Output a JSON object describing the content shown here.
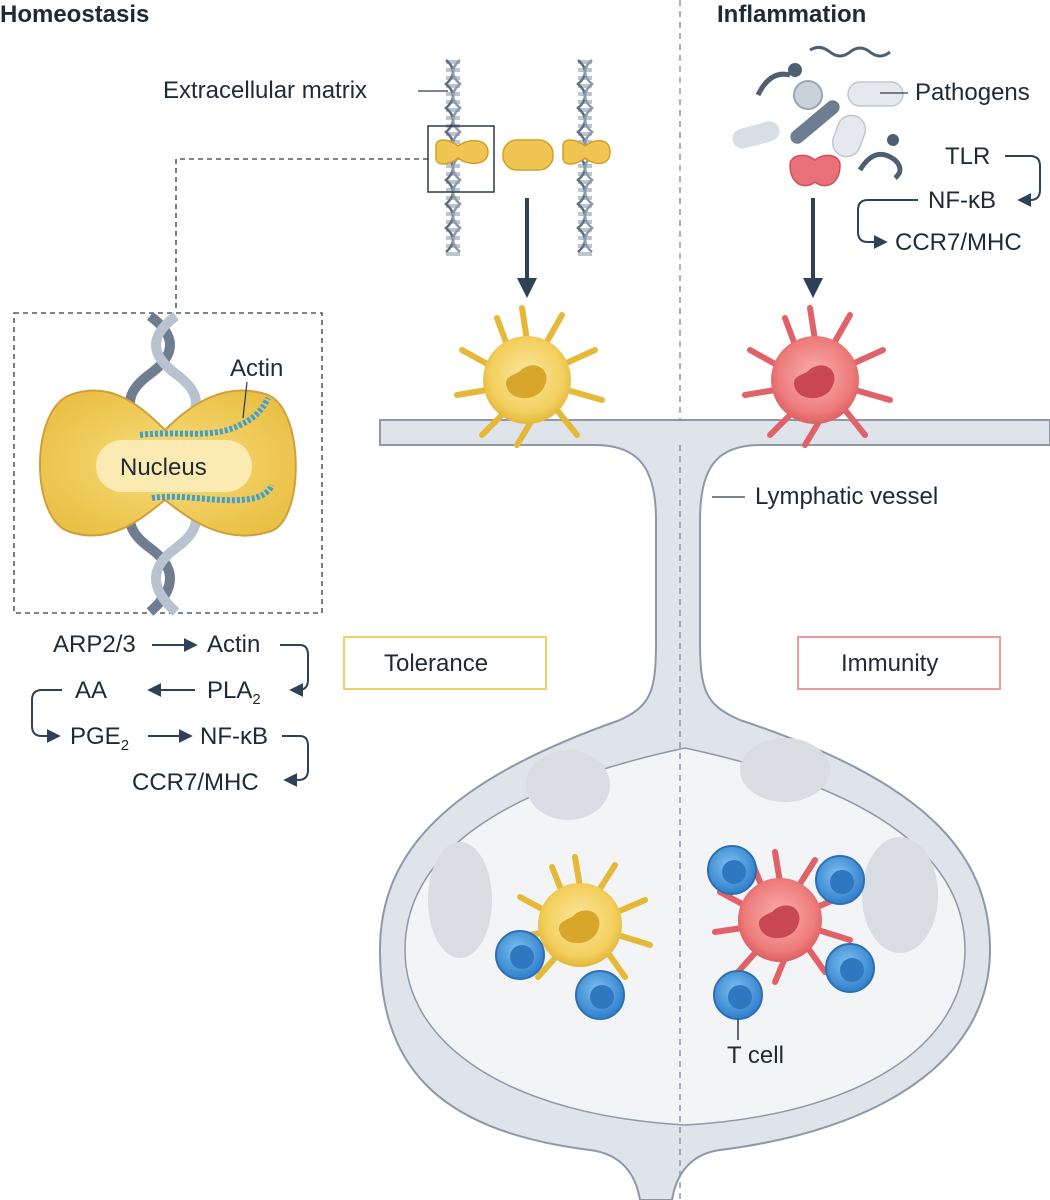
{
  "headers": {
    "left": "Homeostasis",
    "right": "Inflammation"
  },
  "labels": {
    "extracellular_matrix": "Extracellular matrix",
    "pathogens": "Pathogens",
    "actin": "Actin",
    "nucleus": "Nucleus",
    "lymphatic_vessel": "Lymphatic vessel",
    "t_cell": "T cell",
    "tolerance": "Tolerance",
    "immunity": "Immunity"
  },
  "pathway_left": {
    "arp": "ARP2/3",
    "actin": "Actin",
    "aa": "AA",
    "pla": "PLA",
    "pla_sub": "2",
    "pge": "PGE",
    "pge_sub": "2",
    "nfkb": "NF-κB",
    "ccr7": "CCR7/MHC"
  },
  "pathway_right": {
    "tlr": "TLR",
    "nfkb": "NF-κB",
    "ccr7": "CCR7/MHC"
  },
  "colors": {
    "yellow_cell": "#f2cd5c",
    "yellow_dark": "#d7a92c",
    "red_cell": "#ec7a7a",
    "red_dark": "#d24d52",
    "vessel_fill": "#dfe4ea",
    "vessel_stroke": "#8d99a8",
    "tcell": "#3f8fd6",
    "arrow": "#2d4257",
    "tolerance_border": "#f0cf6a",
    "immunity_border": "#ef9a9a"
  }
}
